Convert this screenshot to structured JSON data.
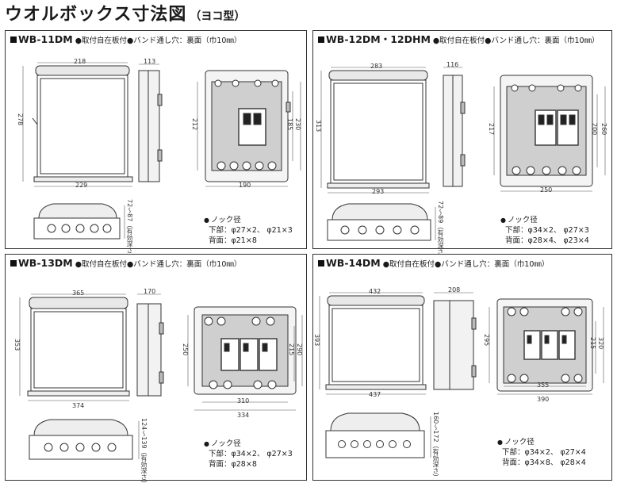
{
  "title": {
    "main": "ウオルボックス寸法図",
    "sub": "（ヨコ型）"
  },
  "panels": [
    {
      "model": "WB-11DM",
      "features": "●取付自在板付●バンド通し穴：裏面（巾10㎜）",
      "dims": {
        "front_w": "218",
        "front_base_w": "229",
        "front_h": "278",
        "side_w": "113",
        "inner_w": "190",
        "inner_h_left": "212",
        "inner_h_a": "185",
        "inner_h_b": "230",
        "bottom_h": "72〜87",
        "bottom_note": "（有効深さ）"
      },
      "notes": {
        "head": "ノック径",
        "lower": "下部：φ27×2、 φ21×3",
        "back": "背面：φ21×8"
      }
    },
    {
      "model": "WB-12DM・12DHM",
      "features": "●取付自在板付●バンド通し穴：裏面（巾10㎜）",
      "dims": {
        "front_w": "283",
        "front_base_w": "293",
        "front_h": "313",
        "side_w": "116",
        "inner_w": "250",
        "inner_h_left": "217",
        "inner_h_a": "200",
        "inner_h_b": "260",
        "bottom_h": "72〜89",
        "bottom_note": "（有効深さ）"
      },
      "notes": {
        "head": "ノック径",
        "lower": "下部：φ34×2、 φ27×3",
        "back": "背面：φ28×4、 φ23×4"
      }
    },
    {
      "model": "WB-13DM",
      "features": "●取付自在板付●バンド通し穴：裏面（巾10㎜）",
      "dims": {
        "front_w": "365",
        "front_base_w": "374",
        "front_h": "353",
        "side_w": "170",
        "inner_w": "310",
        "inner_w2": "334",
        "inner_h_left": "250",
        "inner_h_a": "215",
        "inner_h_b": "290",
        "bottom_h": "124〜139",
        "bottom_note": "（有効深さ）"
      },
      "notes": {
        "head": "ノック径",
        "lower": "下部：φ34×2、 φ27×3",
        "back": "背面：φ28×8"
      }
    },
    {
      "model": "WB-14DM",
      "features": "●取付自在板付●バンド通し穴：裏面（巾10㎜）",
      "dims": {
        "front_w": "432",
        "front_base_w": "437",
        "front_h": "393",
        "side_w": "208",
        "inner_w": "355",
        "inner_w2": "390",
        "inner_h_left": "295",
        "inner_h_a": "215",
        "inner_h_b": "320",
        "bottom_h": "160〜172",
        "bottom_note": "（有効深さ）"
      },
      "notes": {
        "head": "ノック径",
        "lower": "下部：φ34×2、 φ27×4",
        "back": "背面：φ34×8、 φ28×4"
      }
    }
  ]
}
